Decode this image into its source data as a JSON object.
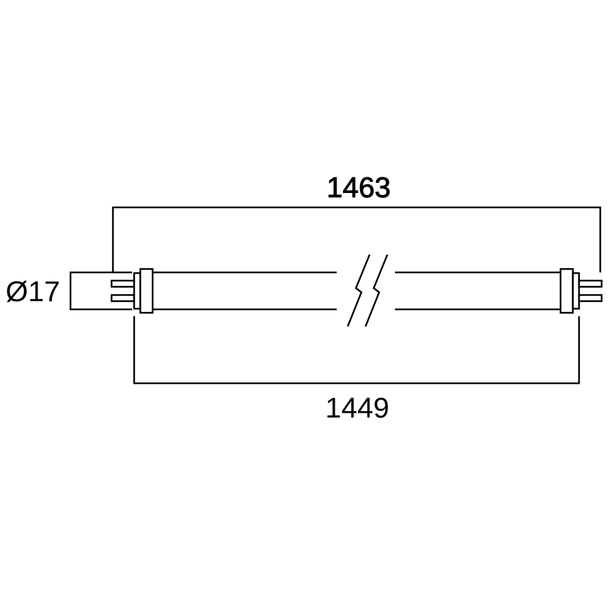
{
  "drawing": {
    "dimensions": {
      "overall_length": "1463",
      "tube_length": "1449",
      "diameter": "Ø17"
    },
    "colors": {
      "line": "#000000",
      "background": "#ffffff"
    }
  }
}
